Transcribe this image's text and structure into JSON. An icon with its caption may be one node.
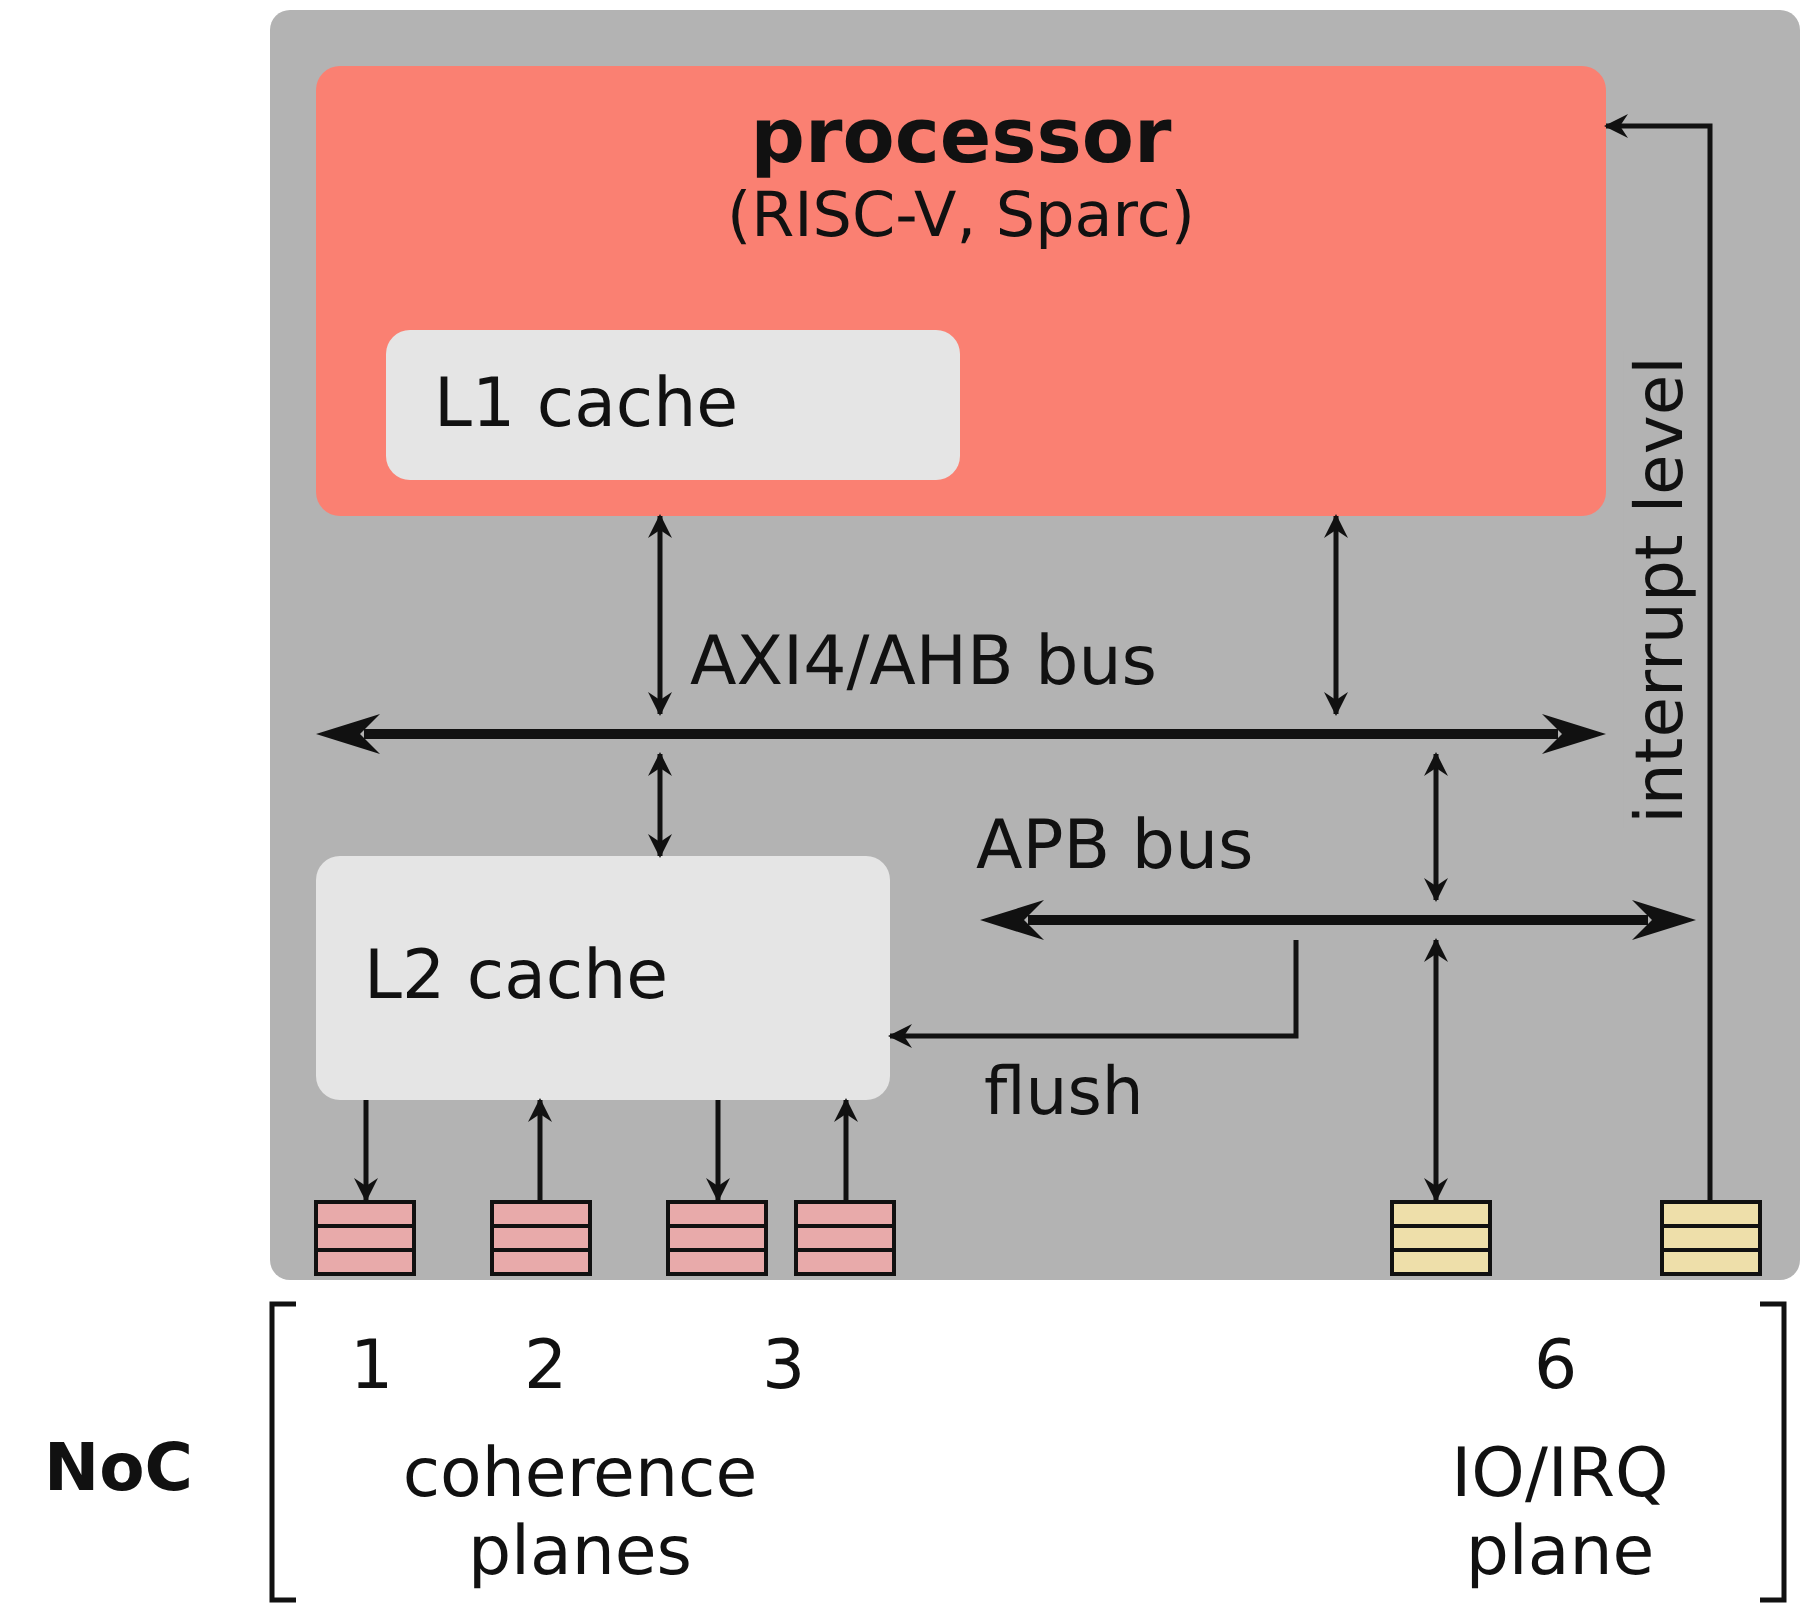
{
  "diagram": {
    "nodes": [
      {
        "text": [],
        "shape": "box"
      },
      {
        "text": [
          "processor",
          "(RISC-V, Sparc)"
        ],
        "in": 0
      },
      {
        "text": [
          "L1 cache"
        ],
        "in": 1
      },
      {
        "text": [],
        "shape": "bar",
        "beside": [
          "AXI4/AHB bus"
        ],
        "in": 0
      },
      {
        "text": [],
        "shape": "bar",
        "beside": [
          "APB bus"
        ],
        "in": 0
      },
      {
        "text": [
          "L2 cache"
        ],
        "in": 0
      },
      {
        "text": [],
        "shape": "box",
        "in": 0
      },
      {
        "text": [],
        "shape": "box",
        "in": 0
      },
      {
        "text": [],
        "shape": "box",
        "in": 0
      },
      {
        "text": [],
        "shape": "box",
        "in": 0
      },
      {
        "text": [],
        "shape": "box",
        "in": 0
      },
      {
        "text": [],
        "shape": "box",
        "in": 0
      }
    ],
    "edges": [
      {
        "from": 1,
        "to": 3,
        "arrow": "both"
      },
      {
        "from": 1,
        "to": 3,
        "arrow": "both"
      },
      {
        "from": 3,
        "to": 5,
        "arrow": "both"
      },
      {
        "from": 3,
        "to": 4,
        "arrow": "both"
      },
      {
        "from": 4,
        "to": 10,
        "arrow": "both"
      },
      {
        "from": 4,
        "to": 5,
        "arrow": "to",
        "label": "flush"
      },
      {
        "from": 5,
        "to": 6,
        "arrow": "to"
      },
      {
        "from": 7,
        "to": 5,
        "arrow": "to"
      },
      {
        "from": 5,
        "to": 8,
        "arrow": "to"
      },
      {
        "from": 9,
        "to": 5,
        "arrow": "to"
      },
      {
        "from": 11,
        "to": 1,
        "arrow": "to",
        "label": "interrupt level"
      }
    ],
    "labels": [
      "NoC",
      "1",
      "2",
      "3",
      "6",
      "coherence planes",
      "IO/IRQ plane"
    ]
  }
}
